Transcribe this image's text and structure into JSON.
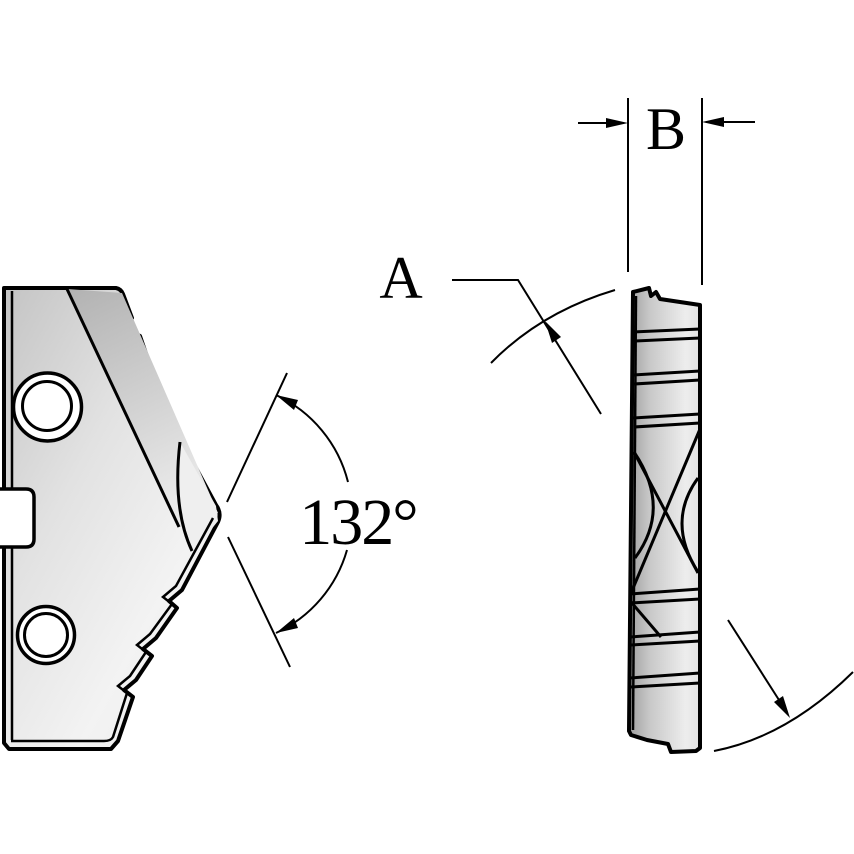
{
  "drawing": {
    "labels": {
      "point_angle": "132°",
      "thickness": "B",
      "side_angle": "A"
    },
    "colors": {
      "stroke": "#000000",
      "background": "#ffffff",
      "metal_light": "#f3f3f3",
      "metal_dark": "#a8a8a8"
    }
  }
}
